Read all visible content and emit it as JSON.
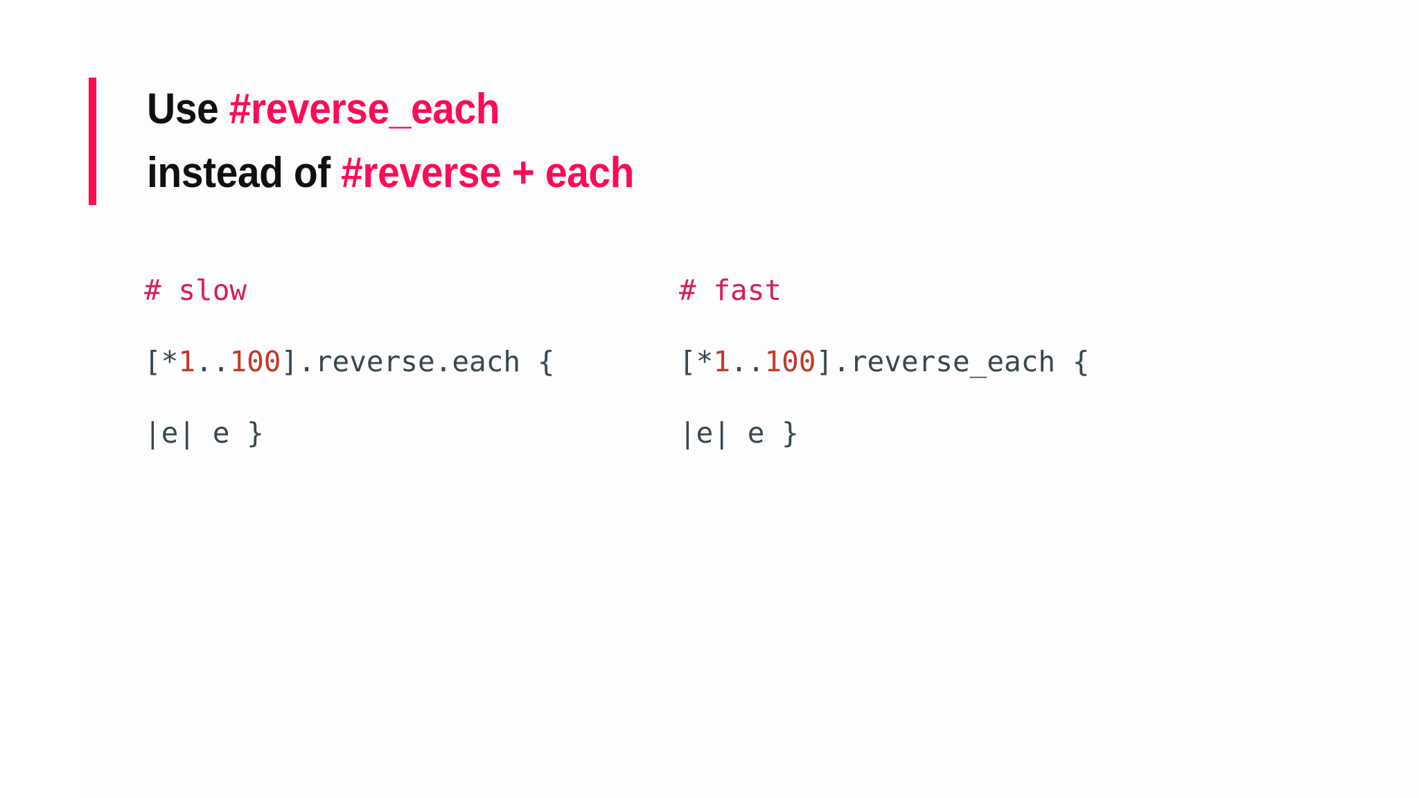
{
  "slide": {
    "background_color": "#ffffff",
    "accent_color": "#ff0a54",
    "code_text_color": "#37474f",
    "code_comment_color": "#d81b5f",
    "code_number_color": "#c0392b"
  },
  "title": {
    "line1": {
      "plain": "Use ",
      "accent": "#reverse_each"
    },
    "line2": {
      "plain": "instead of ",
      "accent": "#reverse + each"
    }
  },
  "code": {
    "left": {
      "comment": "# slow",
      "line1": {
        "open_bracket": "[*",
        "range_start": "1",
        "range_op": "..",
        "range_end": "100",
        "close_bracket": "]",
        "call": ".reverse.each",
        "brace": " {"
      },
      "line2": "|e| e }"
    },
    "right": {
      "comment": "# fast",
      "line1": {
        "open_bracket": "[*",
        "range_start": "1",
        "range_op": "..",
        "range_end": "100",
        "close_bracket": "]",
        "call": ".reverse_each",
        "brace": " {"
      },
      "line2": "|e| e }"
    }
  }
}
